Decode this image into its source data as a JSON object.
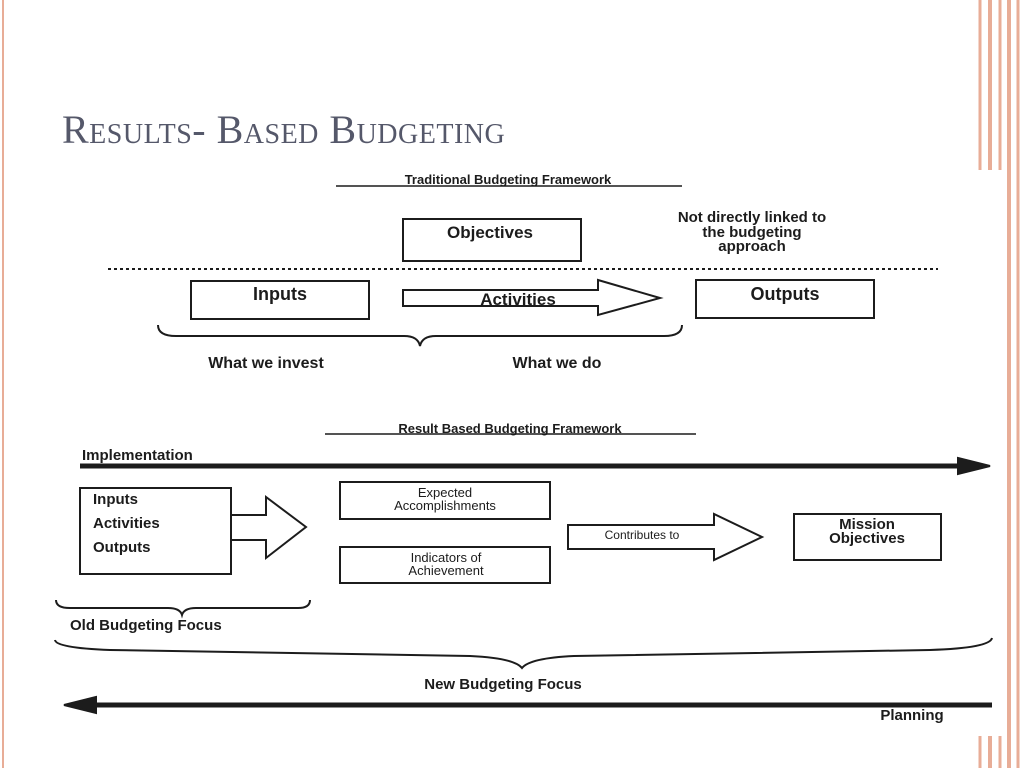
{
  "slide": {
    "title": "Results- Based Budgeting"
  },
  "traditional": {
    "heading": "Traditional Budgeting Framework",
    "objectives": "Objectives",
    "note": [
      "Not directly linked to",
      "the budgeting",
      "approach"
    ],
    "inputs": "Inputs",
    "activities": "Activities",
    "outputs": "Outputs",
    "what_we_invest": "What we invest",
    "what_we_do": "What we do"
  },
  "result_based": {
    "heading": "Result Based Budgeting Framework",
    "implementation": "Implementation",
    "box_items": [
      "Inputs",
      "Activities",
      "Outputs"
    ],
    "expected": [
      "Expected",
      "Accomplishments"
    ],
    "indicators": [
      "Indicators of",
      "Achievement"
    ],
    "contributes": "Contributes to",
    "mission": [
      "Mission",
      "Objectives"
    ],
    "old_focus": "Old Budgeting Focus",
    "new_focus": "New Budgeting Focus",
    "planning": "Planning"
  },
  "colors": {
    "border_accent": "#e8ad97",
    "ink": "#1c1c1c",
    "title": "#55586a"
  }
}
